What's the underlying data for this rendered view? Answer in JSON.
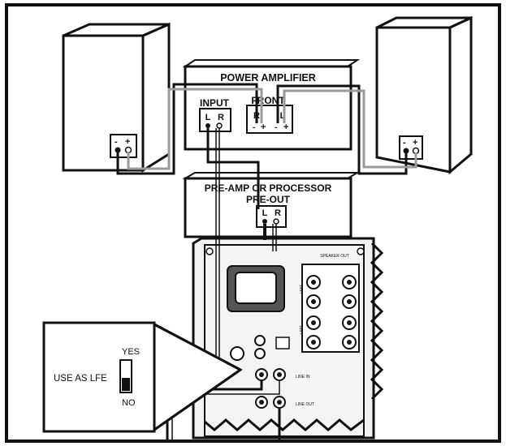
{
  "power_amplifier": {
    "title": "POWER AMPLIFIER",
    "input_label": "INPUT",
    "front_label": "FRONT",
    "input_l": "L",
    "input_r": "R",
    "front_r": "R",
    "front_l": "L",
    "minus": "-",
    "plus": "+"
  },
  "preamp": {
    "title": "PRE-AMP OR PROCESSOR",
    "subtitle": "PRE-OUT",
    "l": "L",
    "r": "R"
  },
  "speakers": {
    "minus": "-",
    "plus": "+"
  },
  "subwoofer_panel": {
    "header": "SPEAKER OUT",
    "left_top": "LEFT",
    "left_bottom": "LEFT",
    "line_in": "LINE IN",
    "line_out": "LINE OUT"
  },
  "inset": {
    "use_as_lfe": "USE AS LFE",
    "yes": "YES",
    "no": "NO"
  },
  "colors": {
    "line": "#111111",
    "gray_wire": "#9a9a9a",
    "panel_fill": "#f2f2f2"
  }
}
